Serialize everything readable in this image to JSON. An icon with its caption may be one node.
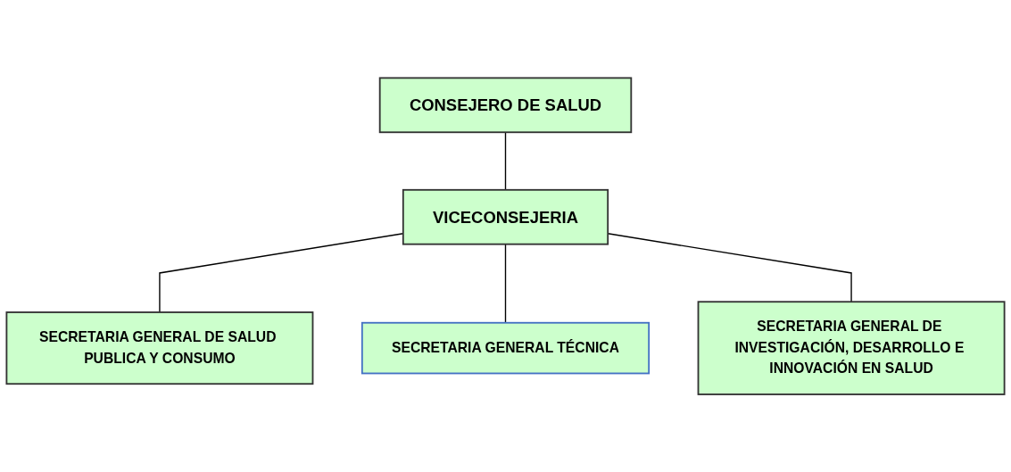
{
  "diagram": {
    "nodes": [
      {
        "text": [
          "CONSEJERO DE SALUD"
        ]
      },
      {
        "text": [
          "VICECONSEJERIA"
        ]
      },
      {
        "text": [
          "SECRETARIA GENERAL DE SALUD PUBLICA Y CONSUMO"
        ]
      },
      {
        "text": [
          "SECRETARIA GENERAL TÉCNICA"
        ]
      },
      {
        "text": [
          "SECRETARIA GENERAL DE INVESTIGACIÓN, DESARROLLO E INNOVACIÓN EN SALUD"
        ]
      }
    ],
    "edges": [
      {
        "from": 0,
        "to": 1,
        "arrow": "none"
      },
      {
        "from": 1,
        "to": 2,
        "arrow": "none"
      },
      {
        "from": 1,
        "to": 3,
        "arrow": "none"
      },
      {
        "from": 1,
        "to": 4,
        "arrow": "none"
      }
    ]
  }
}
